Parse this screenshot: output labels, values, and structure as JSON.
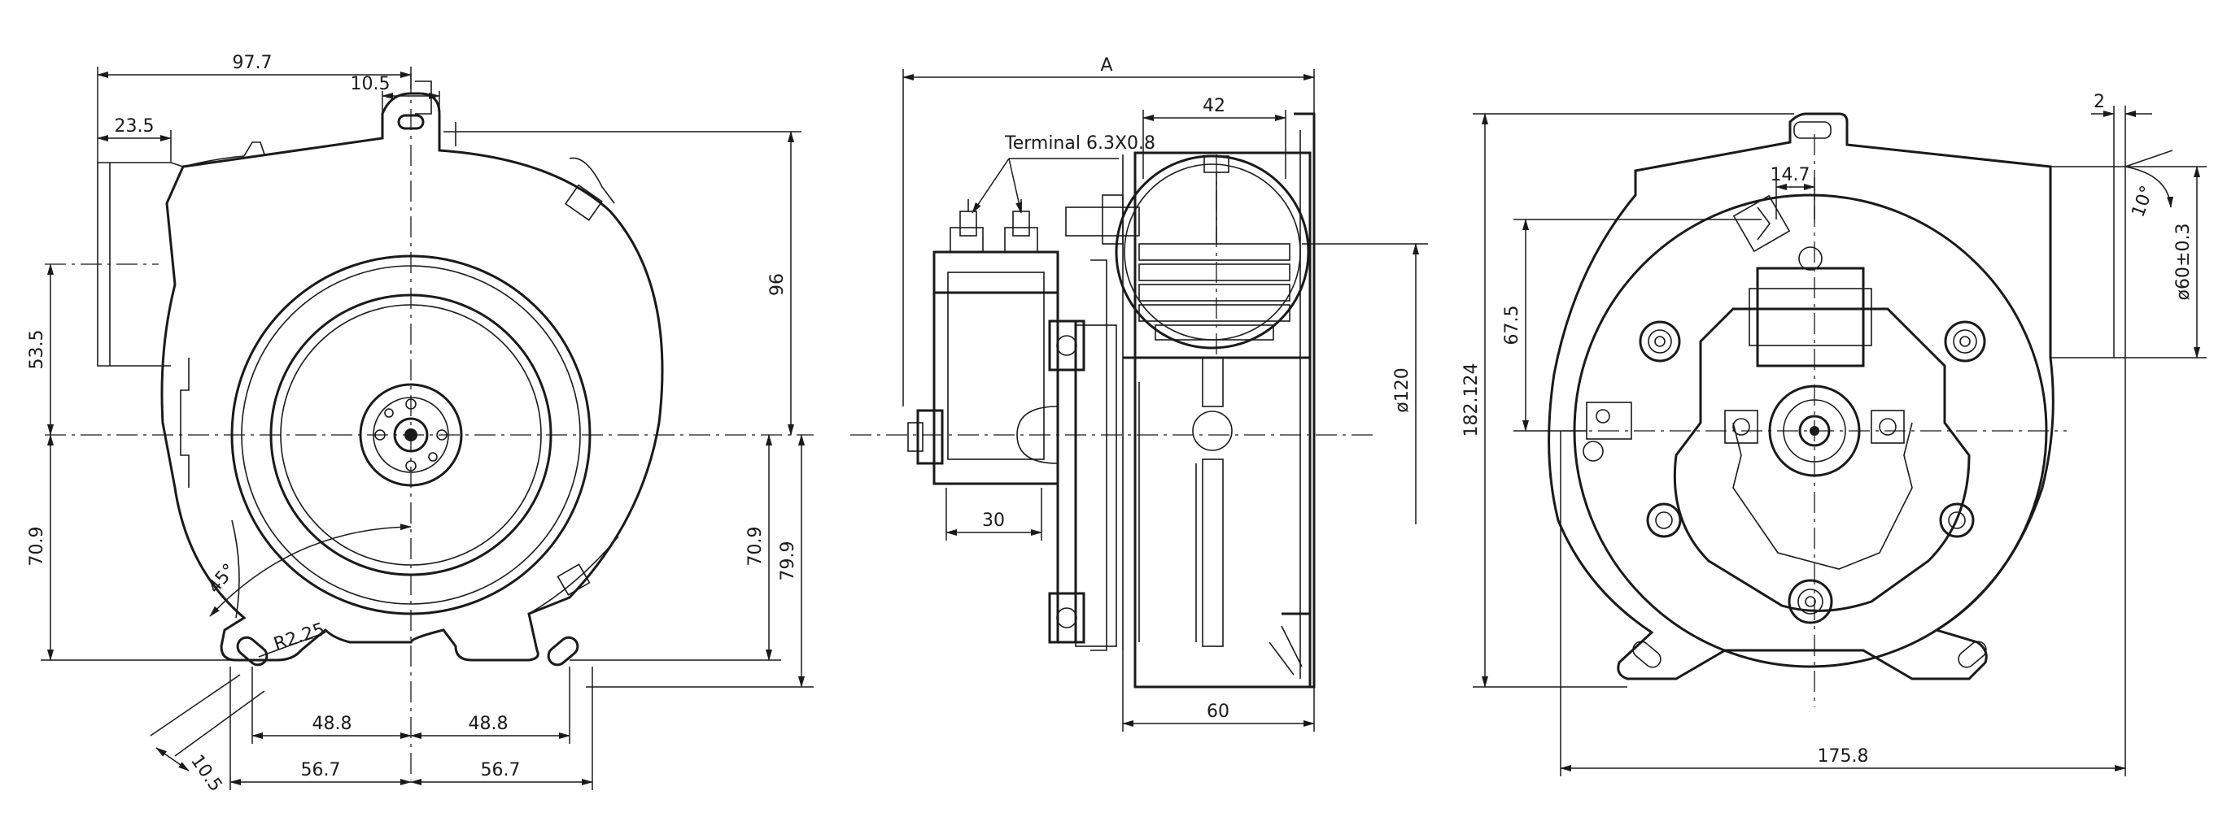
{
  "views": {
    "front": {
      "dims": {
        "width_97_7": "97.7",
        "slot_10_5": "10.5",
        "inlet_23_5": "23.5",
        "height_96": "96",
        "inlet_center_53_5": "53.5",
        "lower_70_9_left": "70.9",
        "lower_70_9_right": "70.9",
        "lower_79_9": "79.9",
        "angle_45": "45°",
        "radius_r2_25": "R2.25",
        "foot_48_8_left": "48.8",
        "foot_48_8_right": "48.8",
        "foot_56_7_left": "56.7",
        "foot_56_7_right": "56.7",
        "slot_10_5_diag": "10.5"
      }
    },
    "side": {
      "dims": {
        "overall_a": "A",
        "terminal_note": "Terminal 6.3X0.8",
        "inlet_42": "42",
        "dia_120": "ø120",
        "hub_30": "30",
        "depth_60": "60"
      }
    },
    "rear": {
      "dims": {
        "offset_2": "2",
        "angle_10": "10°",
        "dia_60": "ø60±0.3",
        "offset_14_7": "14.7",
        "height_67_5": "67.5",
        "height_182_124": "182.124",
        "width_175_8": "175.8"
      }
    }
  }
}
